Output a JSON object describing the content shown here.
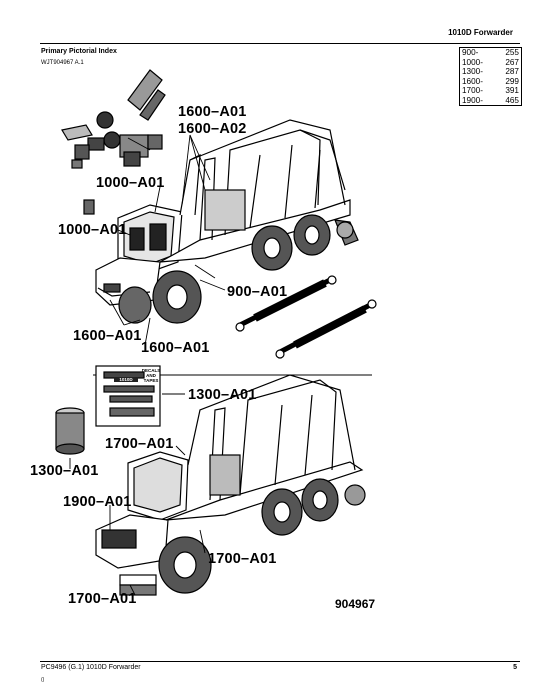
{
  "header": {
    "title": "1010D Forwarder"
  },
  "section": {
    "title": "Primary Pictorial Index",
    "ref": "WJT904967 A.1"
  },
  "index_table": [
    {
      "group": "900-",
      "page": "255"
    },
    {
      "group": "1000-",
      "page": "267"
    },
    {
      "group": "1300-",
      "page": "287"
    },
    {
      "group": "1600-",
      "page": "299"
    },
    {
      "group": "1700-",
      "page": "391"
    },
    {
      "group": "1900-",
      "page": "465"
    }
  ],
  "callouts": {
    "c1600a01_top": "1600–A01",
    "c1600a02_top": "1600–A02",
    "c1000a01_a": "1000–A01",
    "c1000a01_b": "1000–A01",
    "c900a01": "900–A01",
    "c1600a01_left": "1600–A01",
    "c1600a01_bottom": "1600–A01",
    "c1300a01_right": "1300–A01",
    "c1700a01_mid": "1700–A01",
    "c1300a01_left": "1300–A01",
    "c1900a01": "1900–A01",
    "c1700a01_right": "1700–A01",
    "c1700a01_bottom": "1700–A01"
  },
  "decals": {
    "label1": "DECALS AND TAPES",
    "label2": "1010D"
  },
  "figure_number": "904967",
  "footer": {
    "left": "PC9496   (G.1)   1010D Forwarder",
    "page": "5",
    "mark": "()"
  }
}
